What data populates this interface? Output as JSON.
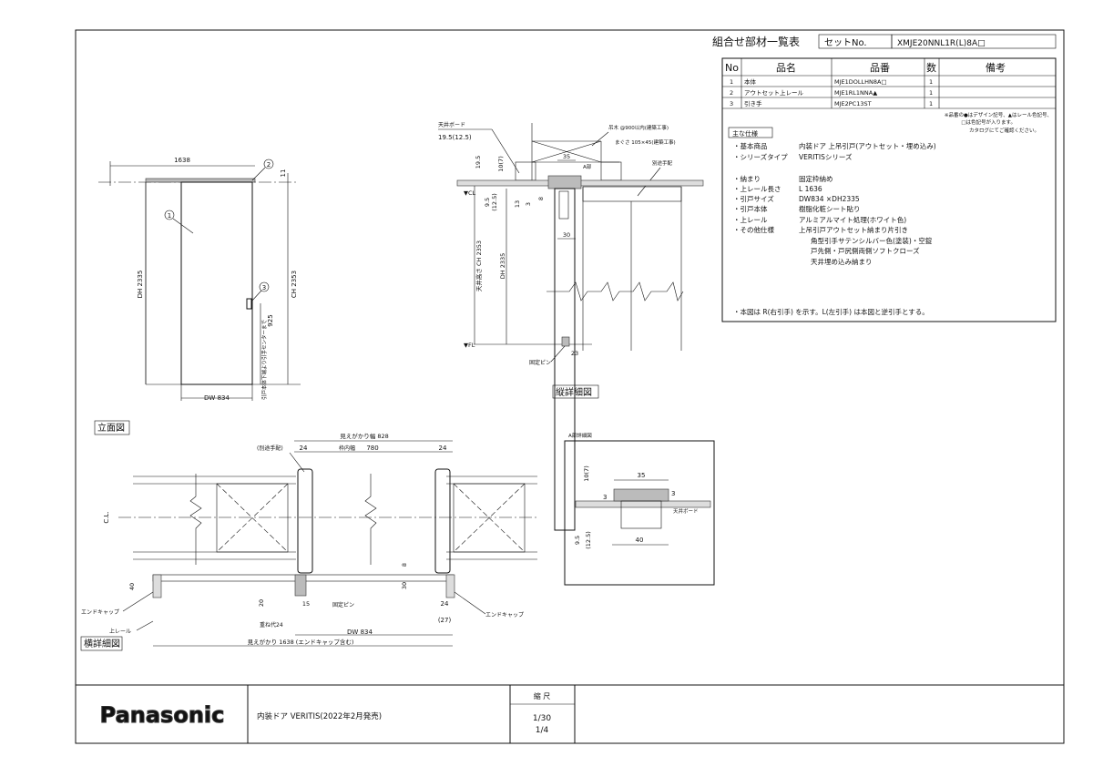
{
  "header": {
    "title": "組合せ部材一覧表",
    "set_label": "セットNo.",
    "set_value": "XMJE20NNL1R(L)8A□"
  },
  "parts_table": {
    "headers": [
      "No",
      "品名",
      "品番",
      "数",
      "備考"
    ],
    "rows": [
      {
        "no": "1",
        "name": "本体",
        "code": "MJE1DOLLHN8A□",
        "qty": "1",
        "note": ""
      },
      {
        "no": "2",
        "name": "アウトセット上レール",
        "code": "MJE1RL1NNA▲",
        "qty": "1",
        "note": ""
      },
      {
        "no": "3",
        "name": "引き手",
        "code": "MJE2PC13ST",
        "qty": "1",
        "note": ""
      }
    ],
    "footnote": [
      "※品番の●はデザイン記号、▲はレール色記号、",
      "□は色記号が入ります。",
      "カタログにてご確認ください。"
    ]
  },
  "spec": {
    "heading": "主な仕様",
    "items": [
      {
        "label": "・基本商品",
        "value": "内装ドア 上吊引戸(アウトセット・埋め込み)"
      },
      {
        "label": "・シリーズタイプ",
        "value": "VERITISシリーズ"
      },
      {
        "label": "・納まり",
        "value": "固定枠納め"
      },
      {
        "label": "・上レール長さ",
        "value": "L 1636"
      },
      {
        "label": "・引戸サイズ",
        "value": "DW834 ×DH2335"
      },
      {
        "label": "・引戸本体",
        "value": "樹脂化粧シート貼り"
      },
      {
        "label": "・上レール",
        "value": "アルミアルマイト処理(ホワイト色)"
      },
      {
        "label": "・その他仕様",
        "value": "上吊引戸アウトセット納まり片引き"
      }
    ],
    "extra_lines": [
      "角型引手サテンシルバー色(塗装)・空錠",
      "戸先側・戸尻側両側ソフトクローズ",
      "天井埋め込み納まり"
    ],
    "note": "・本図は R(右引手) を示す。L(左引手) は本図と逆引手とする。"
  },
  "elevation": {
    "label": "立面図",
    "dim_top": "1638",
    "dim_11": "11",
    "dim_dh": "DH 2335",
    "dim_ch": "CH 2353",
    "dim_925": "925",
    "handle_note": "引戸本体下端より引手センターまで",
    "dim_dw": "DW 834",
    "callouts": [
      "1",
      "2",
      "3"
    ]
  },
  "vertical_section": {
    "label": "縦詳細図",
    "ceiling_board": "天井ボード",
    "board_thk": "19.5(12.5)",
    "hanger": "吊木 @900以内(建築工事)",
    "joist": "まぐさ 105×45(建築工事)",
    "detail_a": "A部",
    "separate": "別途手配",
    "cl": "▼CL",
    "fl": "▼FL",
    "d_195": "19.5",
    "d_107": "10(7)",
    "d_95": "9.5",
    "d_125": "(12.5)",
    "d_35": "35",
    "d_13": "13",
    "d_3": "3",
    "d_8": "8",
    "d_30": "30",
    "d_ch": "天井高さ CH 2353",
    "d_dh": "DH 2335",
    "d_23": "23",
    "pin": "固定ピン"
  },
  "detail_a": {
    "label": "A部詳細図",
    "d_35": "35",
    "d_107": "10(7)",
    "d_3a": "3",
    "d_3b": "3",
    "d_95": "9.5",
    "d_125": "(12.5)",
    "d_40": "40",
    "board": "天井ボード"
  },
  "horizontal_section": {
    "label": "横詳細図",
    "visible_width": "見えがかり幅 828",
    "separate": "(別途手配)",
    "d_24a": "24",
    "d_frame": "枠内幅",
    "d_780": "780",
    "d_24b": "24",
    "cl": "C.L.",
    "d_40": "40",
    "d_8": "8",
    "d_30": "30",
    "d_20": "20",
    "d_15": "15",
    "pin": "固定ピン",
    "endcap_l": "エンドキャップ",
    "endcap_r": "エンドキャップ",
    "d_24c": "24",
    "d_27": "(27)",
    "overlap": "重ね代24",
    "d_dw": "DW 834",
    "rail": "上レール",
    "total": "見えがかり 1638 (エンドキャップ含む)"
  },
  "title_block": {
    "logo": "Panasonic",
    "product": "内装ドア VERITIS(2022年2月発売)",
    "scale_label": "縮 尺",
    "scale_1": "1/30",
    "scale_2": "1/4"
  }
}
